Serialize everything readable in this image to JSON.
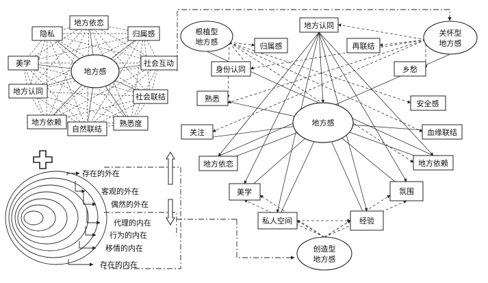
{
  "left_network": {
    "center": "地方感",
    "nodes": [
      "地方依恋",
      "归属感",
      "社会互动",
      "社会联结",
      "熟悉度",
      "自然联结",
      "地方依赖",
      "地方认同",
      "美学",
      "隐私"
    ]
  },
  "plus_symbol": "+",
  "spectrum": {
    "levels": [
      "存在的外在",
      "客观的外在",
      "偶然的外在",
      "代理的内在",
      "行为的内在",
      "移情的内在",
      "存在的内在"
    ]
  },
  "right_network": {
    "center": "地方感",
    "types": {
      "rooted": [
        "根植型",
        "地方感"
      ],
      "concerned": [
        "关怀型",
        "地方感"
      ],
      "creative": [
        "创造型",
        "地方感"
      ]
    },
    "top_nodes": [
      "归属感",
      "地方认同",
      "再联结",
      "身份认同",
      "乡愁"
    ],
    "side_nodes": [
      "熟悉",
      "安全感",
      "关注",
      "血缘联结",
      "地方依恋",
      "地方依赖"
    ],
    "bottom_nodes": [
      "美学",
      "氛围",
      "私人空间",
      "经验"
    ]
  }
}
